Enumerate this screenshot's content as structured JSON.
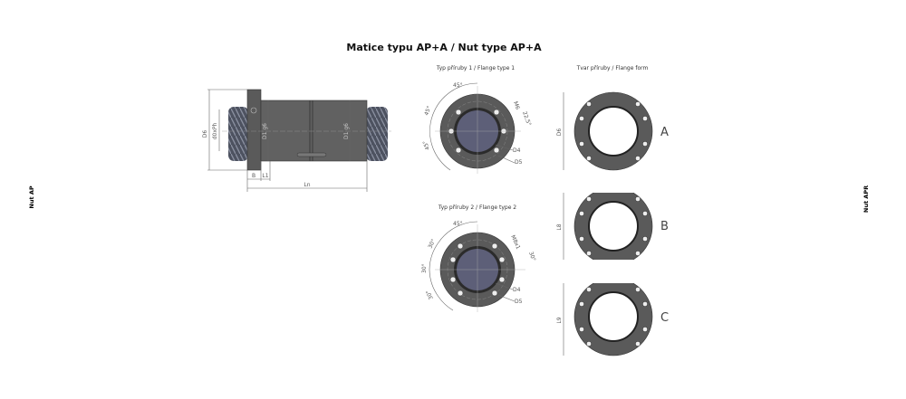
{
  "title": "Matice typu AP+A / Nut type AP+A",
  "side_left": "Nut AP",
  "side_right": "Nut APR",
  "side_view": {
    "d6": "D6",
    "d0ph": "d0xPh",
    "d1_left": "D1 g6",
    "d1_right": "D1 g6",
    "b": "B",
    "l1": "L1",
    "ln": "Ln"
  },
  "flange1": {
    "label": "Typ příruby 1 / Flange type 1",
    "angle1": "45°",
    "angle2": "45°",
    "angle3": "45°",
    "thread": "M6",
    "thread_angle": "22,5°",
    "d4": "D4",
    "d5": "D5"
  },
  "flange2": {
    "label": "Typ příruby 2 / Flange type 2",
    "angle1": "45°",
    "angle2": "30°",
    "angle3": "30°",
    "angle4": "30°",
    "thread": "M8x1",
    "thread_angle": "30°",
    "d4": "D4",
    "d5": "D5"
  },
  "forms": {
    "label": "Tvar příruby / Flange form",
    "a": "A",
    "b": "B",
    "c": "C",
    "a_dim": "D6",
    "b_dim": "L8",
    "c_dim": "L9"
  }
}
